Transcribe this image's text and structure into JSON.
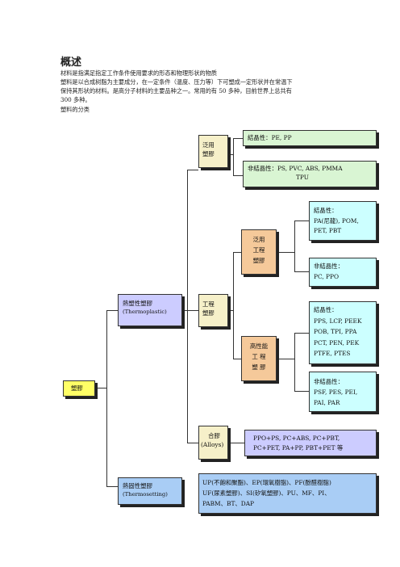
{
  "doc": {
    "title": "概述",
    "paragraphs": [
      "材料是指满足指定工作条件使用要求的形态和物理形状的物质",
      "塑料是以合成树脂为主要成分，在一定条件（温度、压力等）下可塑成一定形状并在常温下",
      "保持其形状的材料。是高分子材料的主要品种之一。常用的有 50 多种，目前世界上总共有",
      "300 多种。",
      "塑料的分类"
    ]
  },
  "tree": {
    "root": "塑膠",
    "thermoplastic": [
      "熱塑性塑膠",
      "(Thermoplastic)"
    ],
    "thermosetting": [
      "熱固性塑膠",
      "(Thermosetting)"
    ],
    "general": [
      "泛用",
      "塑膠"
    ],
    "engineering": [
      "工程",
      "塑膠"
    ],
    "alloy": [
      "合膠",
      "(Alloys)"
    ],
    "general_crystalline": [
      "結晶性：PE, PP"
    ],
    "general_amorphous": [
      "非結晶性：PS, PVC, ABS, PMMA",
      "TPU"
    ],
    "general_eng": [
      "泛用",
      "工程",
      "塑膠"
    ],
    "high_perf": [
      "高性能",
      "工  程",
      "塑  膠"
    ],
    "ge_crystalline": [
      "結晶性：",
      "PA(尼龍), POM,",
      "PET, PBT"
    ],
    "ge_amorphous": [
      "非結晶性：",
      "PC, PPO"
    ],
    "hp_crystalline": [
      "結晶性：",
      "PPS, LCP, PEEK",
      "POB, TPI, PPA",
      "PCT, PEN, PEK",
      "PTFE, PTES"
    ],
    "hp_amorphous": [
      "非結晶性：",
      "PSF, PES, PEI,",
      "PAI, PAR"
    ],
    "alloy_items": [
      "PPO+PS, PC+ABS, PC+PBT,",
      "PC+PET, PA+PP, PBT+PET 等"
    ],
    "thermoset_items": [
      "UP(不飽和聚酯)、EP(環氧樹脂)、PF(酚醛樹脂)",
      "UF(尿素塑膠)、SI(矽氧塑膠)、PU、MF、PI、",
      "PABM、BT、DAP"
    ]
  },
  "colors": {
    "cream": "#f6f0c9",
    "orange": "#f5c99a",
    "purple": "#ccccff",
    "green": "#d9f5d3",
    "cyan": "#ccffff",
    "blue": "#a9cdf5",
    "yellow": "#ffff66"
  }
}
